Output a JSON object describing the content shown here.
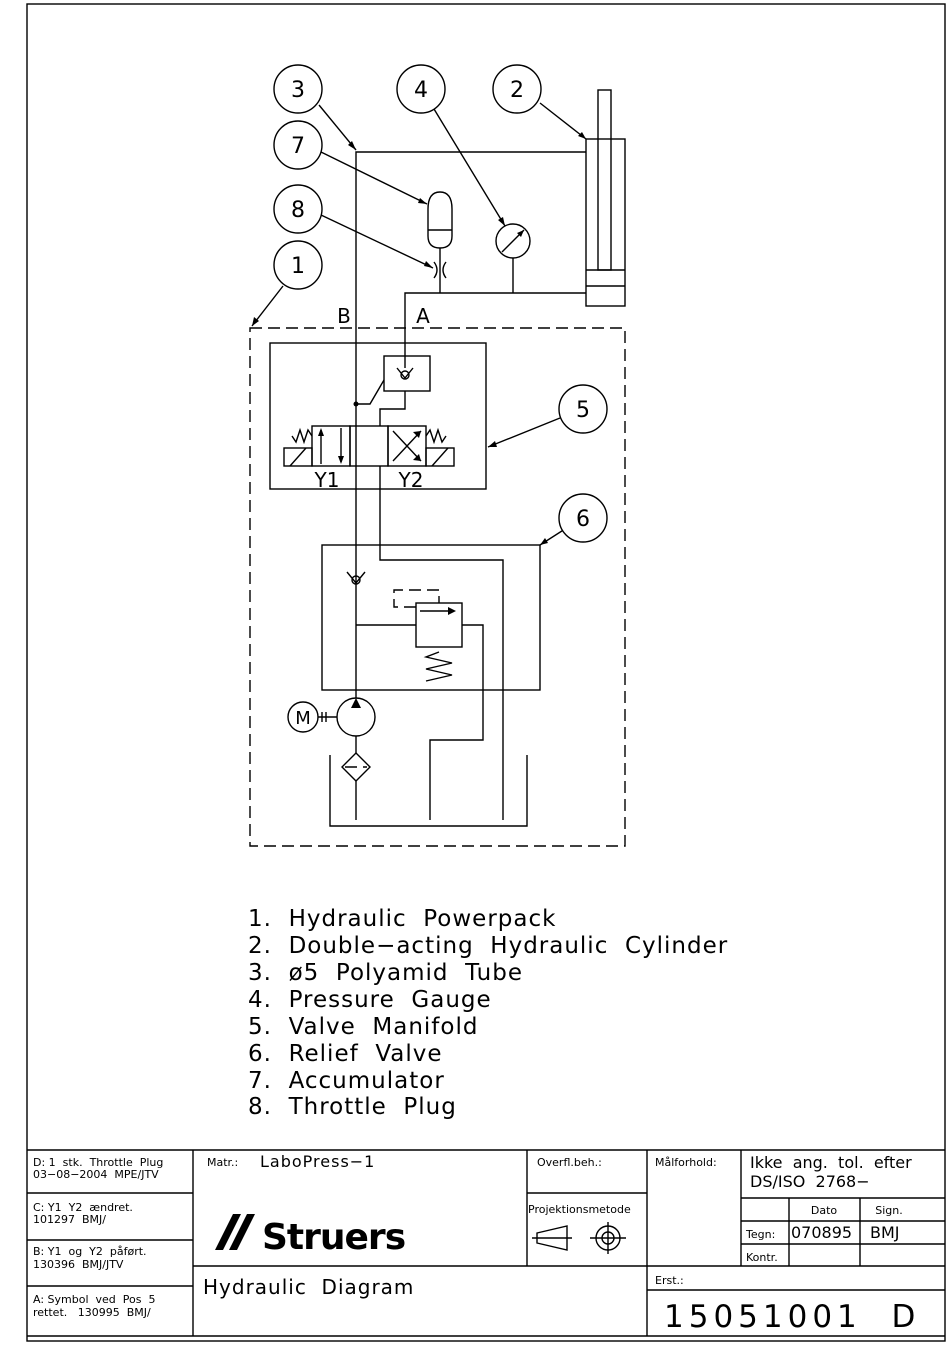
{
  "diagram": {
    "port_labels": {
      "b": "B",
      "a": "A"
    },
    "valve_labels": {
      "y1": "Y1",
      "y2": "Y2"
    },
    "motor_label": "M",
    "balloons": [
      {
        "num": "1",
        "key": "powerpack"
      },
      {
        "num": "2",
        "key": "cylinder"
      },
      {
        "num": "3",
        "key": "tube"
      },
      {
        "num": "4",
        "key": "gauge"
      },
      {
        "num": "5",
        "key": "valve-manifold"
      },
      {
        "num": "6",
        "key": "relief-valve"
      },
      {
        "num": "7",
        "key": "accumulator"
      },
      {
        "num": "8",
        "key": "throttle-plug"
      }
    ]
  },
  "legend": [
    "1.  Hydraulic  Powerpack",
    "2.  Double−acting  Hydraulic  Cylinder",
    "3.  ø5  Polyamid  Tube",
    "4.  Pressure  Gauge",
    "5.  Valve  Manifold",
    "6.  Relief  Valve",
    "7.  Accumulator",
    "8.  Throttle  Plug"
  ],
  "title_block": {
    "revisions": [
      {
        "line1": "D: 1  stk.  Throttle  Plug",
        "line2": "03−08−2004  MPE/JTV"
      },
      {
        "line1": "C: Y1  Y2  ændret.",
        "line2": "101297  BMJ/"
      },
      {
        "line1": "B: Y1  og  Y2  påført.",
        "line2": "130396  BMJ/JTV"
      },
      {
        "line1": "A: Symbol  ved  Pos  5",
        "line2": "rettet.   130995  BMJ/"
      }
    ],
    "matr_label": "Matr.:",
    "matr_value": "LaboPress−1",
    "overfl_label": "Overfl.beh.:",
    "projektion_label": "Projektionsmetode",
    "malforhold_label": "Målforhold:",
    "tolerance_line1": "Ikke  ang.  tol.  efter",
    "tolerance_line2": "DS/ISO  2768−",
    "dato_label": "Dato",
    "sign_label": "Sign.",
    "tegn_label": "Tegn:",
    "tegn_date": "070895",
    "tegn_sign": "BMJ",
    "kontr_label": "Kontr.",
    "brand": "Struers",
    "drawing_title": "Hydraulic  Diagram",
    "erst_label": "Erst.:",
    "drawing_number": "15051001  D"
  }
}
